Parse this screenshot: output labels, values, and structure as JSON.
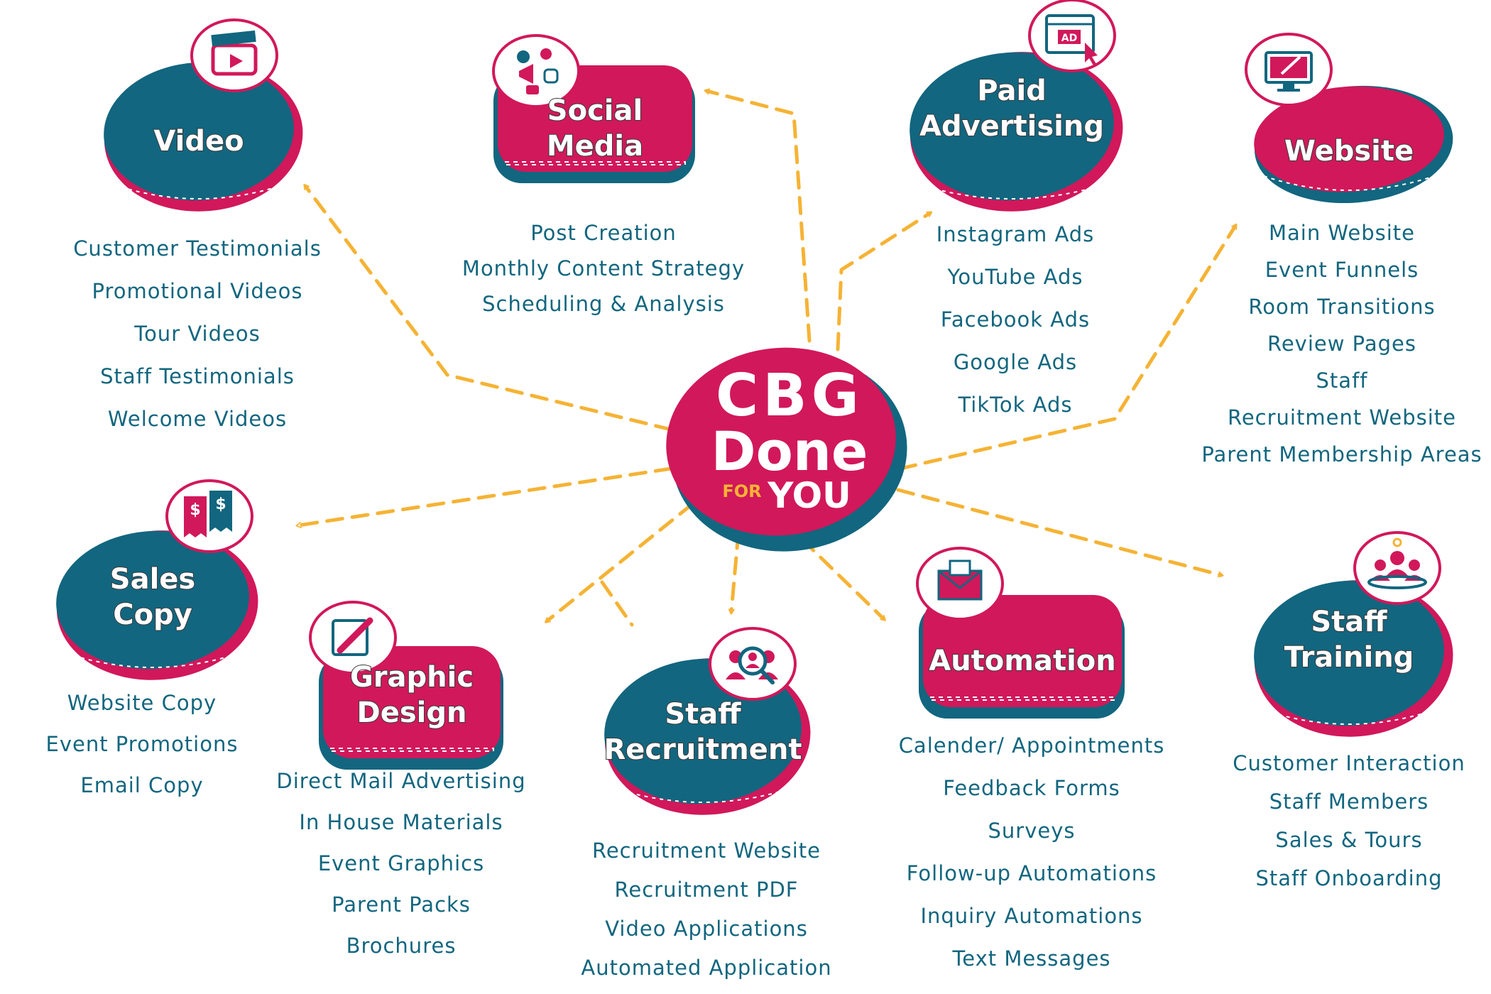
{
  "colors": {
    "teal": "#12667f",
    "pink": "#d1185a",
    "orange": "#f5b335",
    "white": "#ffffff"
  },
  "center": {
    "line1": "CBG",
    "line2": "Done",
    "for": "FOR",
    "you": "YOU"
  },
  "nodes": [
    {
      "id": "video",
      "title": [
        "Video"
      ],
      "icon": "clapperboard-icon",
      "items": [
        "Customer Testimonials",
        "Promotional Videos",
        "Tour Videos",
        "Staff Testimonials",
        "Welcome Videos"
      ]
    },
    {
      "id": "social-media",
      "title": [
        "Social",
        "Media"
      ],
      "icon": "social-media-icon",
      "items": [
        "Post Creation",
        "Monthly Content Strategy",
        "Scheduling & Analysis"
      ]
    },
    {
      "id": "paid-advertising",
      "title": [
        "Paid",
        "Advertising"
      ],
      "icon": "ad-click-icon",
      "items": [
        "Instagram Ads",
        "YouTube Ads",
        "Facebook Ads",
        "Google Ads",
        "TikTok Ads"
      ]
    },
    {
      "id": "website",
      "title": [
        "Website"
      ],
      "icon": "monitor-icon",
      "items": [
        "Main Website",
        "Event Funnels",
        "Room Transitions",
        "Review Pages",
        "Staff",
        "Recruitment Website",
        "Parent Membership Areas"
      ]
    },
    {
      "id": "sales-copy",
      "title": [
        "Sales",
        "Copy"
      ],
      "icon": "receipt-icon",
      "items": [
        "Website Copy",
        "Event Promotions",
        "Email Copy"
      ]
    },
    {
      "id": "graphic-design",
      "title": [
        "Graphic",
        "Design"
      ],
      "icon": "pen-edit-icon",
      "items": [
        "Direct Mail Advertising",
        "In House Materials",
        "Event Graphics",
        "Parent Packs",
        "Brochures"
      ]
    },
    {
      "id": "staff-recruitment",
      "title": [
        "Staff",
        "Recruitment"
      ],
      "icon": "recruit-search-icon",
      "items": [
        "Recruitment Website",
        "Recruitment PDF",
        "Video Applications",
        "Automated Application"
      ]
    },
    {
      "id": "automation",
      "title": [
        "Automation"
      ],
      "icon": "mail-envelope-icon",
      "items": [
        "Calender/ Appointments",
        "Feedback Forms",
        "Surveys",
        "Follow-up Automations",
        "Inquiry Automations",
        "Text Messages"
      ]
    },
    {
      "id": "staff-training",
      "title": [
        "Staff",
        "Training"
      ],
      "icon": "team-icon",
      "items": [
        "Customer Interaction",
        "Staff Members",
        "Sales & Tours",
        "Staff Onboarding"
      ]
    }
  ]
}
